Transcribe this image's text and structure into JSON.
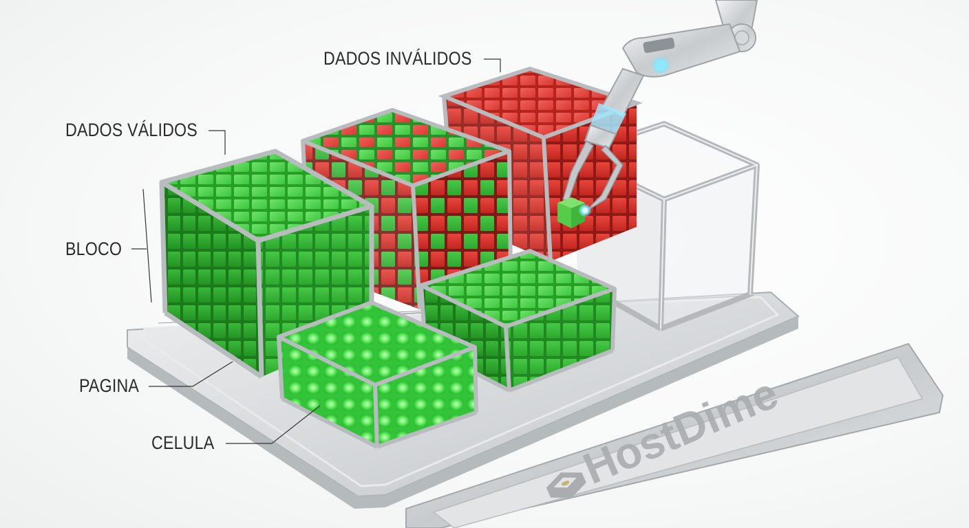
{
  "labels": {
    "invalid_data": "DADOS INVÁLIDOS",
    "valid_data": "DADOS VÁLIDOS",
    "block": "BLOCO",
    "page": "PAGINA",
    "cell": "CELULA"
  },
  "brand": {
    "name": "HostDime",
    "logo_icon": "hostdime-box-logo"
  },
  "scene": {
    "objects": [
      {
        "name": "valid-data-block",
        "contents": "all green cubes",
        "grid": "7x7x7"
      },
      {
        "name": "mixed-data-block",
        "contents": "green and red cubes",
        "grid": "7x7x7"
      },
      {
        "name": "invalid-data-block",
        "contents": "all red cubes",
        "grid": "7x7x7"
      },
      {
        "name": "empty-frame-block",
        "contents": "empty glass cube"
      },
      {
        "name": "glowing-cell-page",
        "contents": "glowing green cells",
        "grid": "8x6x2"
      },
      {
        "name": "green-page-block",
        "contents": "green cubes",
        "grid": "8x6x3"
      },
      {
        "name": "robot-arm",
        "holding": "single green cube"
      }
    ]
  },
  "colors": {
    "valid": "#3fc43f",
    "valid_dark": "#229a22",
    "invalid": "#e0352d",
    "invalid_dark": "#a8201b",
    "metal": "#c9cdd0",
    "metal_dark": "#8d9296",
    "glow_blue": "#6fe3ff",
    "text": "#2a2a2a"
  }
}
